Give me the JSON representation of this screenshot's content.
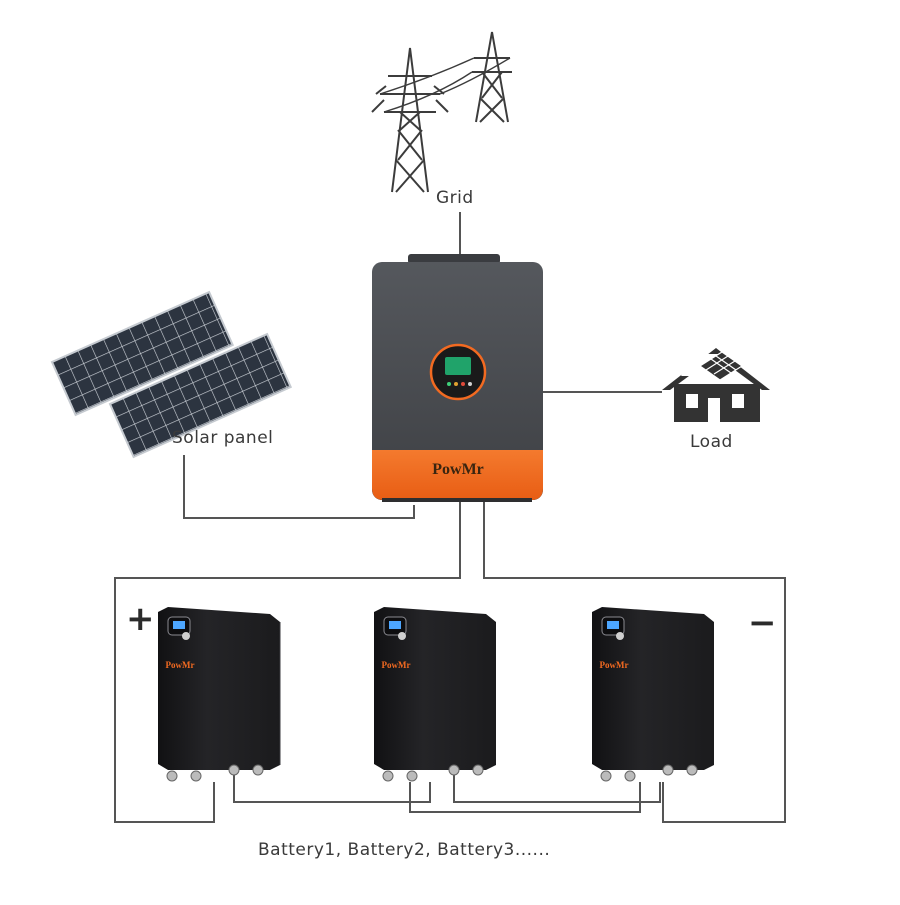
{
  "labels": {
    "grid": "Grid",
    "solar_panel": "Solar panel",
    "load": "Load",
    "batteries": "Battery1, Battery2, Battery3......"
  },
  "polarity": {
    "positive": "+",
    "negative": "−"
  },
  "brand": "PowMr",
  "icons": [
    "transmission-tower-icon",
    "solar-panel-icon",
    "house-icon",
    "inverter-icon",
    "battery-icon"
  ],
  "colors": {
    "inverter_body": "#4a4c50",
    "inverter_accent": "#f26a21",
    "battery_body": "#1c1c1e",
    "wire": "#555555",
    "solar_cell": "#2c3440"
  }
}
